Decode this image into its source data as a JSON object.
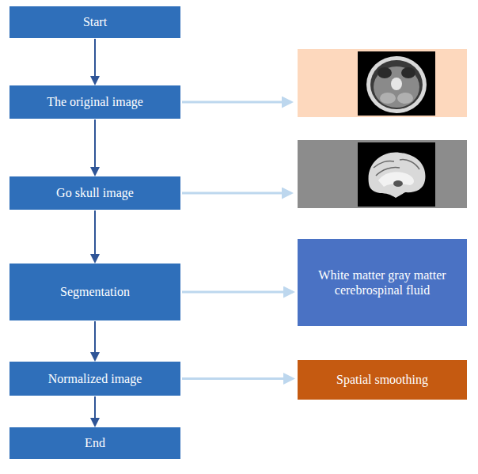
{
  "diagram": {
    "nodes": [
      {
        "text": [
          "Start"
        ]
      },
      {
        "text": [
          "The original image"
        ]
      },
      {
        "text": [
          "Go skull image"
        ]
      },
      {
        "text": [
          "Segmentation"
        ]
      },
      {
        "text": [
          "White matter gray matter cerebrospinal fluid"
        ]
      },
      {
        "text": [
          "Normalized image"
        ]
      },
      {
        "text": [
          "Spatial smoothing"
        ]
      },
      {
        "text": [
          "End"
        ]
      }
    ],
    "edges": [
      {
        "from": 0,
        "to": 1,
        "arrow": "to"
      },
      {
        "from": 1,
        "to": 2,
        "arrow": "to"
      },
      {
        "from": 2,
        "to": 3,
        "arrow": "to"
      },
      {
        "from": 3,
        "to": 5,
        "arrow": "to"
      },
      {
        "from": 5,
        "to": 7,
        "arrow": "to"
      },
      {
        "from": 3,
        "to": 4,
        "arrow": "to"
      },
      {
        "from": 5,
        "to": 6,
        "arrow": "to"
      }
    ]
  }
}
